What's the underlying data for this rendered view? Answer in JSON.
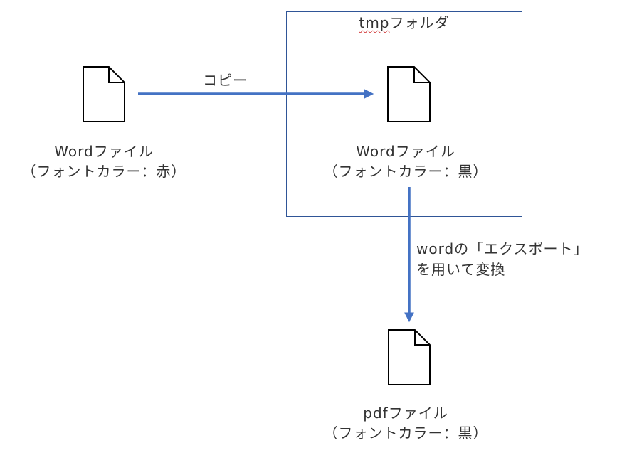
{
  "diagram": {
    "folder": {
      "title_prefix": "tmp",
      "title_suffix": "フォルダ"
    },
    "nodes": [
      {
        "id": "source-word",
        "line1": "Wordファイル",
        "line2": "（フォントカラー：赤）",
        "icon": "document-icon"
      },
      {
        "id": "tmp-word",
        "line1": "Wordファイル",
        "line2": "（フォントカラー：黒）",
        "icon": "document-icon"
      },
      {
        "id": "pdf",
        "line1": "pdfファイル",
        "line2": "（フォントカラー：黒）",
        "icon": "document-icon"
      }
    ],
    "edges": [
      {
        "from": "source-word",
        "to": "tmp-word",
        "label_line1": "コピー",
        "label_line2": ""
      },
      {
        "from": "tmp-word",
        "to": "pdf",
        "label_line1": "wordの「エクスポート」",
        "label_line2": "を用いて変換"
      }
    ],
    "colors": {
      "arrow": "#4472C4",
      "folder_border": "#2F5597",
      "icon_stroke": "#000000",
      "text": "#333333",
      "spellcheck_underline": "#d23a3a"
    }
  }
}
